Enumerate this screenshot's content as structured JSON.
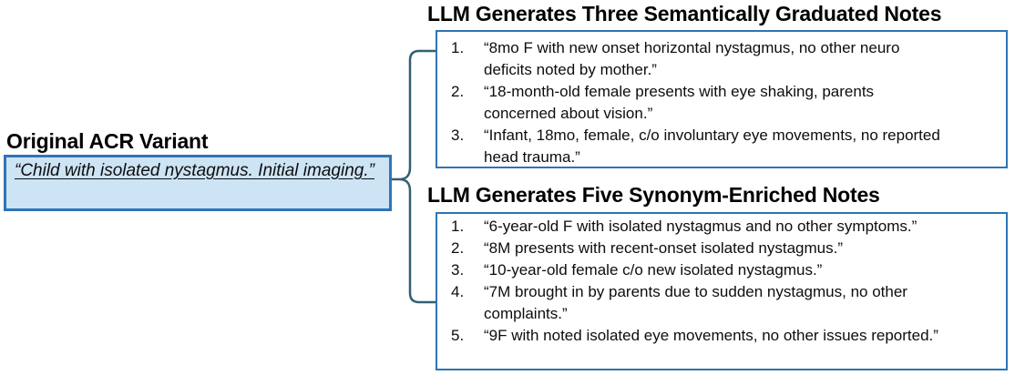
{
  "colors": {
    "box_border": "#2E74B5",
    "left_box_border": "#2E75B6",
    "left_box_fill": "#CDE4F5",
    "brace": "#335F72",
    "text": "#0D0D0D"
  },
  "original": {
    "heading": "Original ACR Variant",
    "quote": "“Child with isolated nystagmus. Initial imaging.”"
  },
  "graduated": {
    "title": "LLM Generates Three Semantically Graduated Notes",
    "items": [
      {
        "num": "1.",
        "text": "“8mo F with new onset horizontal nystagmus, no other neuro deficits noted by mother.”"
      },
      {
        "num": "2.",
        "text": "“18-month-old female presents with eye shaking, parents concerned about vision.”"
      },
      {
        "num": "3.",
        "text": "“Infant, 18mo, female, c/o involuntary eye movements, no reported head trauma.”"
      }
    ]
  },
  "synonym": {
    "title": "LLM Generates Five Synonym-Enriched Notes",
    "items": [
      {
        "num": "1.",
        "text": "“6-year-old F with isolated nystagmus and no other symptoms.”"
      },
      {
        "num": "2.",
        "text": "“8M presents with recent-onset isolated nystagmus.”"
      },
      {
        "num": "3.",
        "text": "“10-year-old female c/o new isolated nystagmus.”"
      },
      {
        "num": "4.",
        "text": "“7M brought in by parents due to sudden nystagmus, no other complaints.”"
      },
      {
        "num": "5.",
        "text": "“9F with noted isolated eye movements, no other issues reported.”"
      }
    ]
  }
}
